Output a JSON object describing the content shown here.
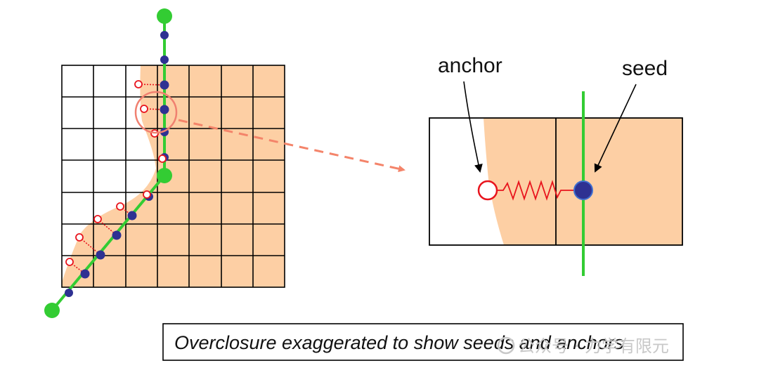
{
  "labels": {
    "anchor": "anchor",
    "seed": "seed"
  },
  "caption": "Overclosure exaggerated to show seeds and anchors",
  "watermark": "公众号 · 力学有限元",
  "colors": {
    "region_fill": "#fdcfa4",
    "seed_line": "#33cc33",
    "seed_dot": "#2e3192",
    "anchor_ring": "#e8141d",
    "callout": "#f08070",
    "grid_line": "#000000"
  }
}
